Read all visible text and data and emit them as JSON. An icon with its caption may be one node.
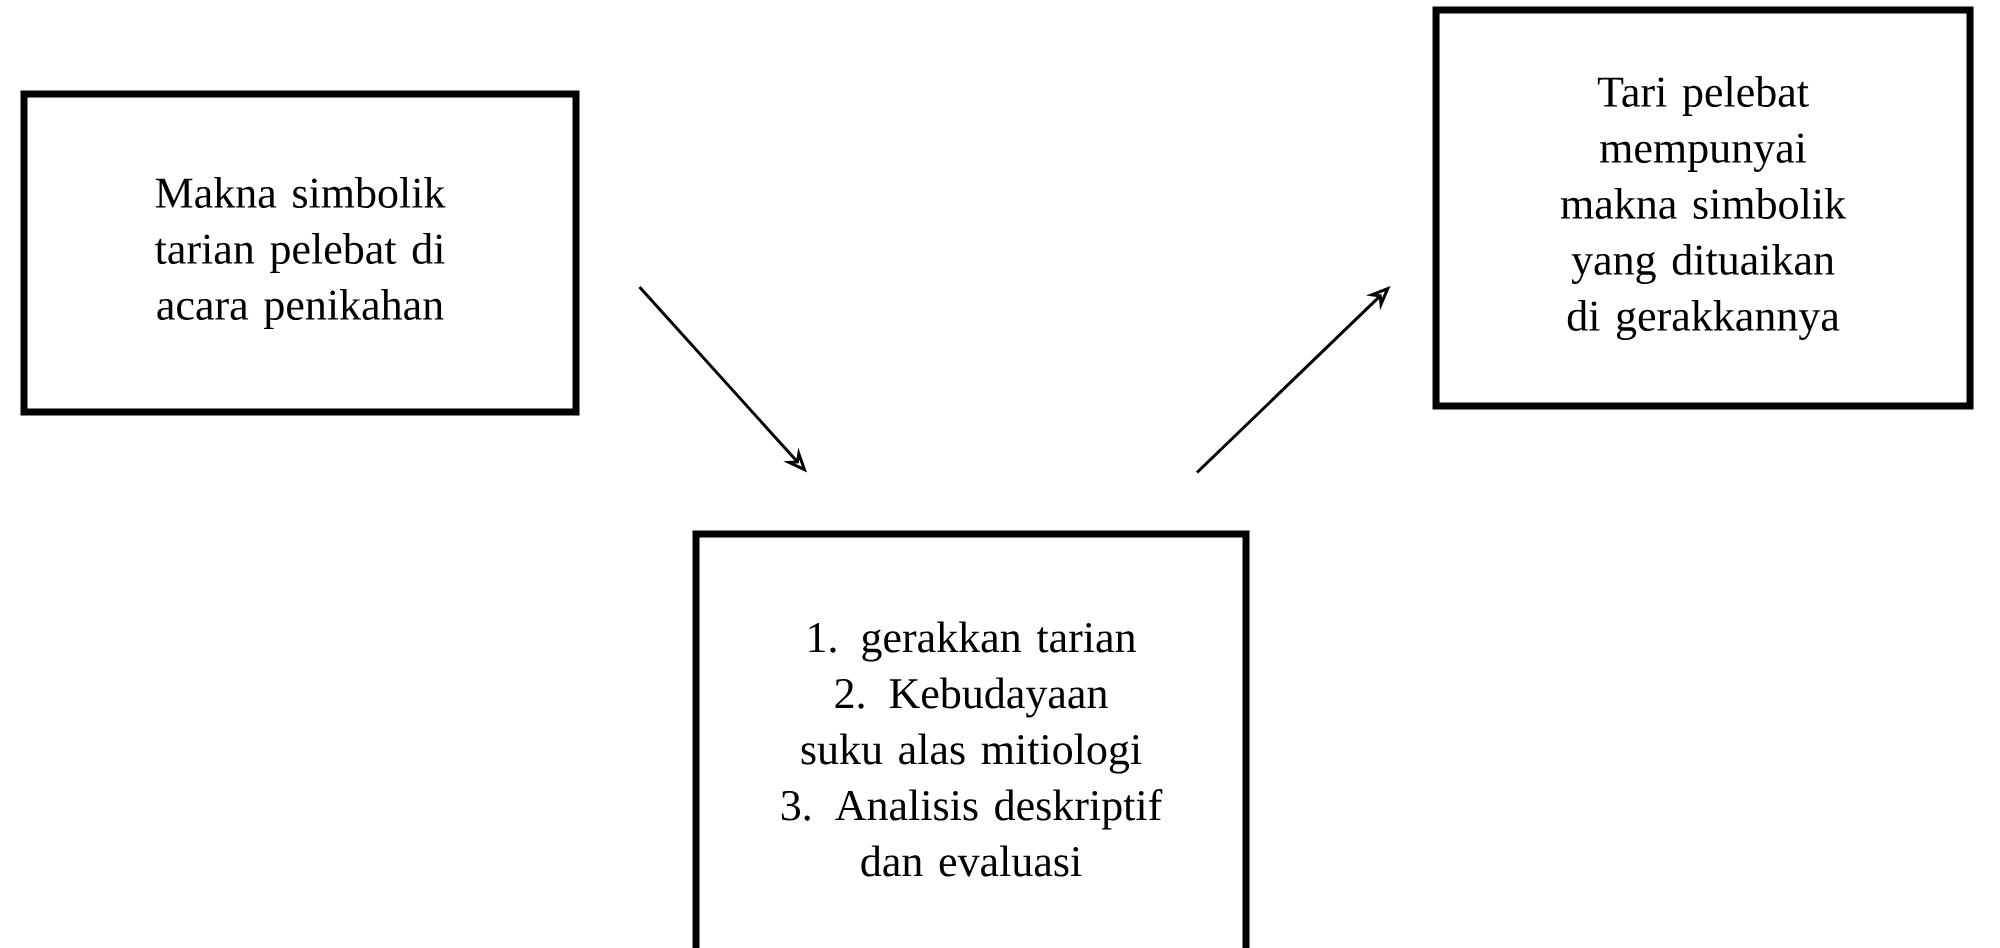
{
  "diagram": {
    "nodes": [
      {
        "text": [
          "Makna simbolik tarian pelebat di acara penikahan"
        ]
      },
      {
        "text": [
          "Tari pelebat mempunyai makna simbolik yang dituaikan di gerakkannya"
        ]
      },
      {
        "text": [
          "1. gerakkan tarian",
          "2. Kebudayaan suku alas mitiologi",
          "3. Analisis deskriptif dan evaluasi"
        ]
      }
    ],
    "edges": [
      {
        "from": 0,
        "to": 2,
        "arrow": "to"
      },
      {
        "from": 2,
        "to": 1,
        "arrow": "to"
      }
    ]
  }
}
